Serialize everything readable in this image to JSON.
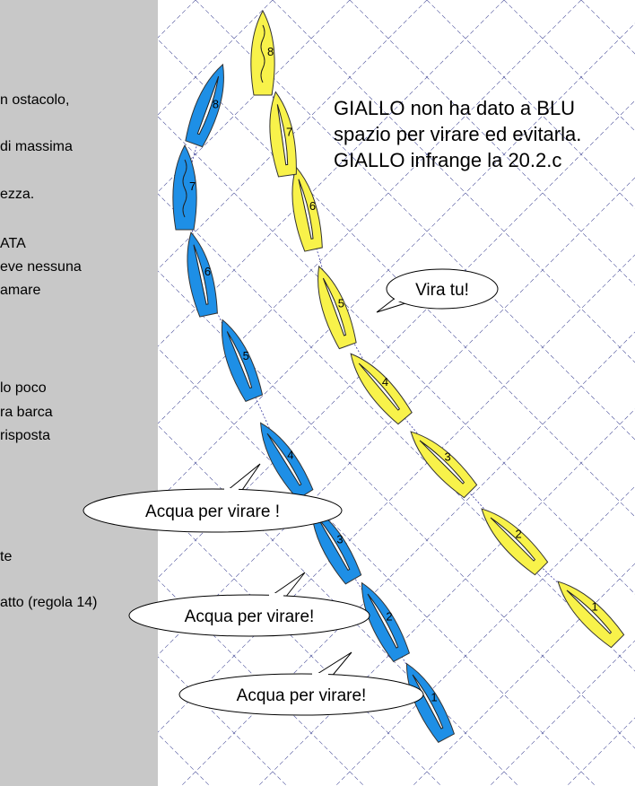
{
  "left_panel": {
    "lines": [
      "n ostacolo,",
      "di massima",
      "ezza.",
      "ATA",
      "eve nessuna",
      "amare",
      "lo poco",
      "ra barca",
      "risposta",
      "te",
      "atto (regola 14)"
    ]
  },
  "caption": {
    "line1": "GIALLO non ha dato a BLU",
    "line2": "spazio per virare ed evitarla.",
    "line3": "GIALLO infrange la 20.2.c"
  },
  "bubbles": {
    "yellow_call": "Vira tu!",
    "blue_call_4": "Acqua per virare !",
    "blue_call_3": "Acqua per virare!",
    "blue_call_2": "Acqua per virare!"
  },
  "colors": {
    "blue_boat": "#1e8fe6",
    "yellow_boat": "#f8f24a",
    "panel": "#c8c8c8",
    "grid": "#4a4f9a",
    "trail": "#3a3aa0"
  },
  "boats": {
    "blue": [
      {
        "label": "1"
      },
      {
        "label": "2"
      },
      {
        "label": "3"
      },
      {
        "label": "4"
      },
      {
        "label": "5"
      },
      {
        "label": "6"
      },
      {
        "label": "7"
      },
      {
        "label": "8"
      }
    ],
    "yellow": [
      {
        "label": "1"
      },
      {
        "label": "2"
      },
      {
        "label": "3"
      },
      {
        "label": "4"
      },
      {
        "label": "5"
      },
      {
        "label": "6"
      },
      {
        "label": "7"
      },
      {
        "label": "8"
      }
    ]
  }
}
